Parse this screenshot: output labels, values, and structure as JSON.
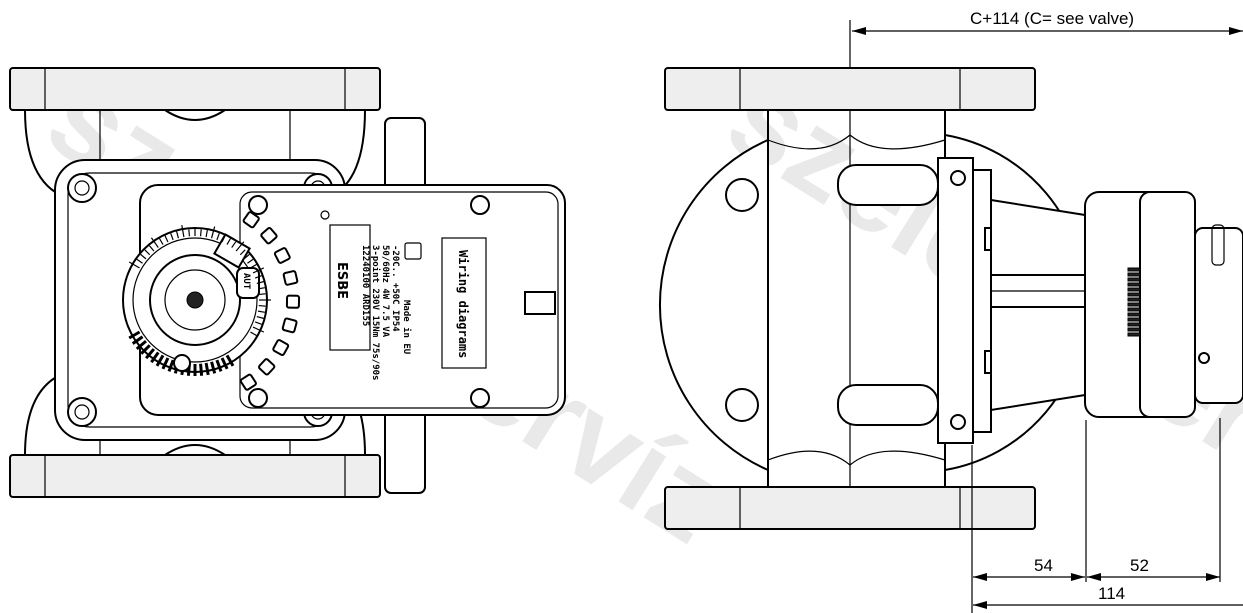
{
  "watermark": "szelepszervíz",
  "actuator": {
    "brand": "ESBE",
    "label_lines": [
      "12240100 ARD155",
      "3-point 230V 15Nm 75s/90s",
      "50/60Hz 4W 7.5 VA",
      "-20C.. +50C IP54",
      "Made in EU"
    ],
    "wiring_label": "Wiring diagrams",
    "knob_label": "AUT"
  },
  "dimensions": {
    "top": "C+114 (C= see valve)",
    "d1": "54",
    "d2": "52",
    "total": "114"
  }
}
